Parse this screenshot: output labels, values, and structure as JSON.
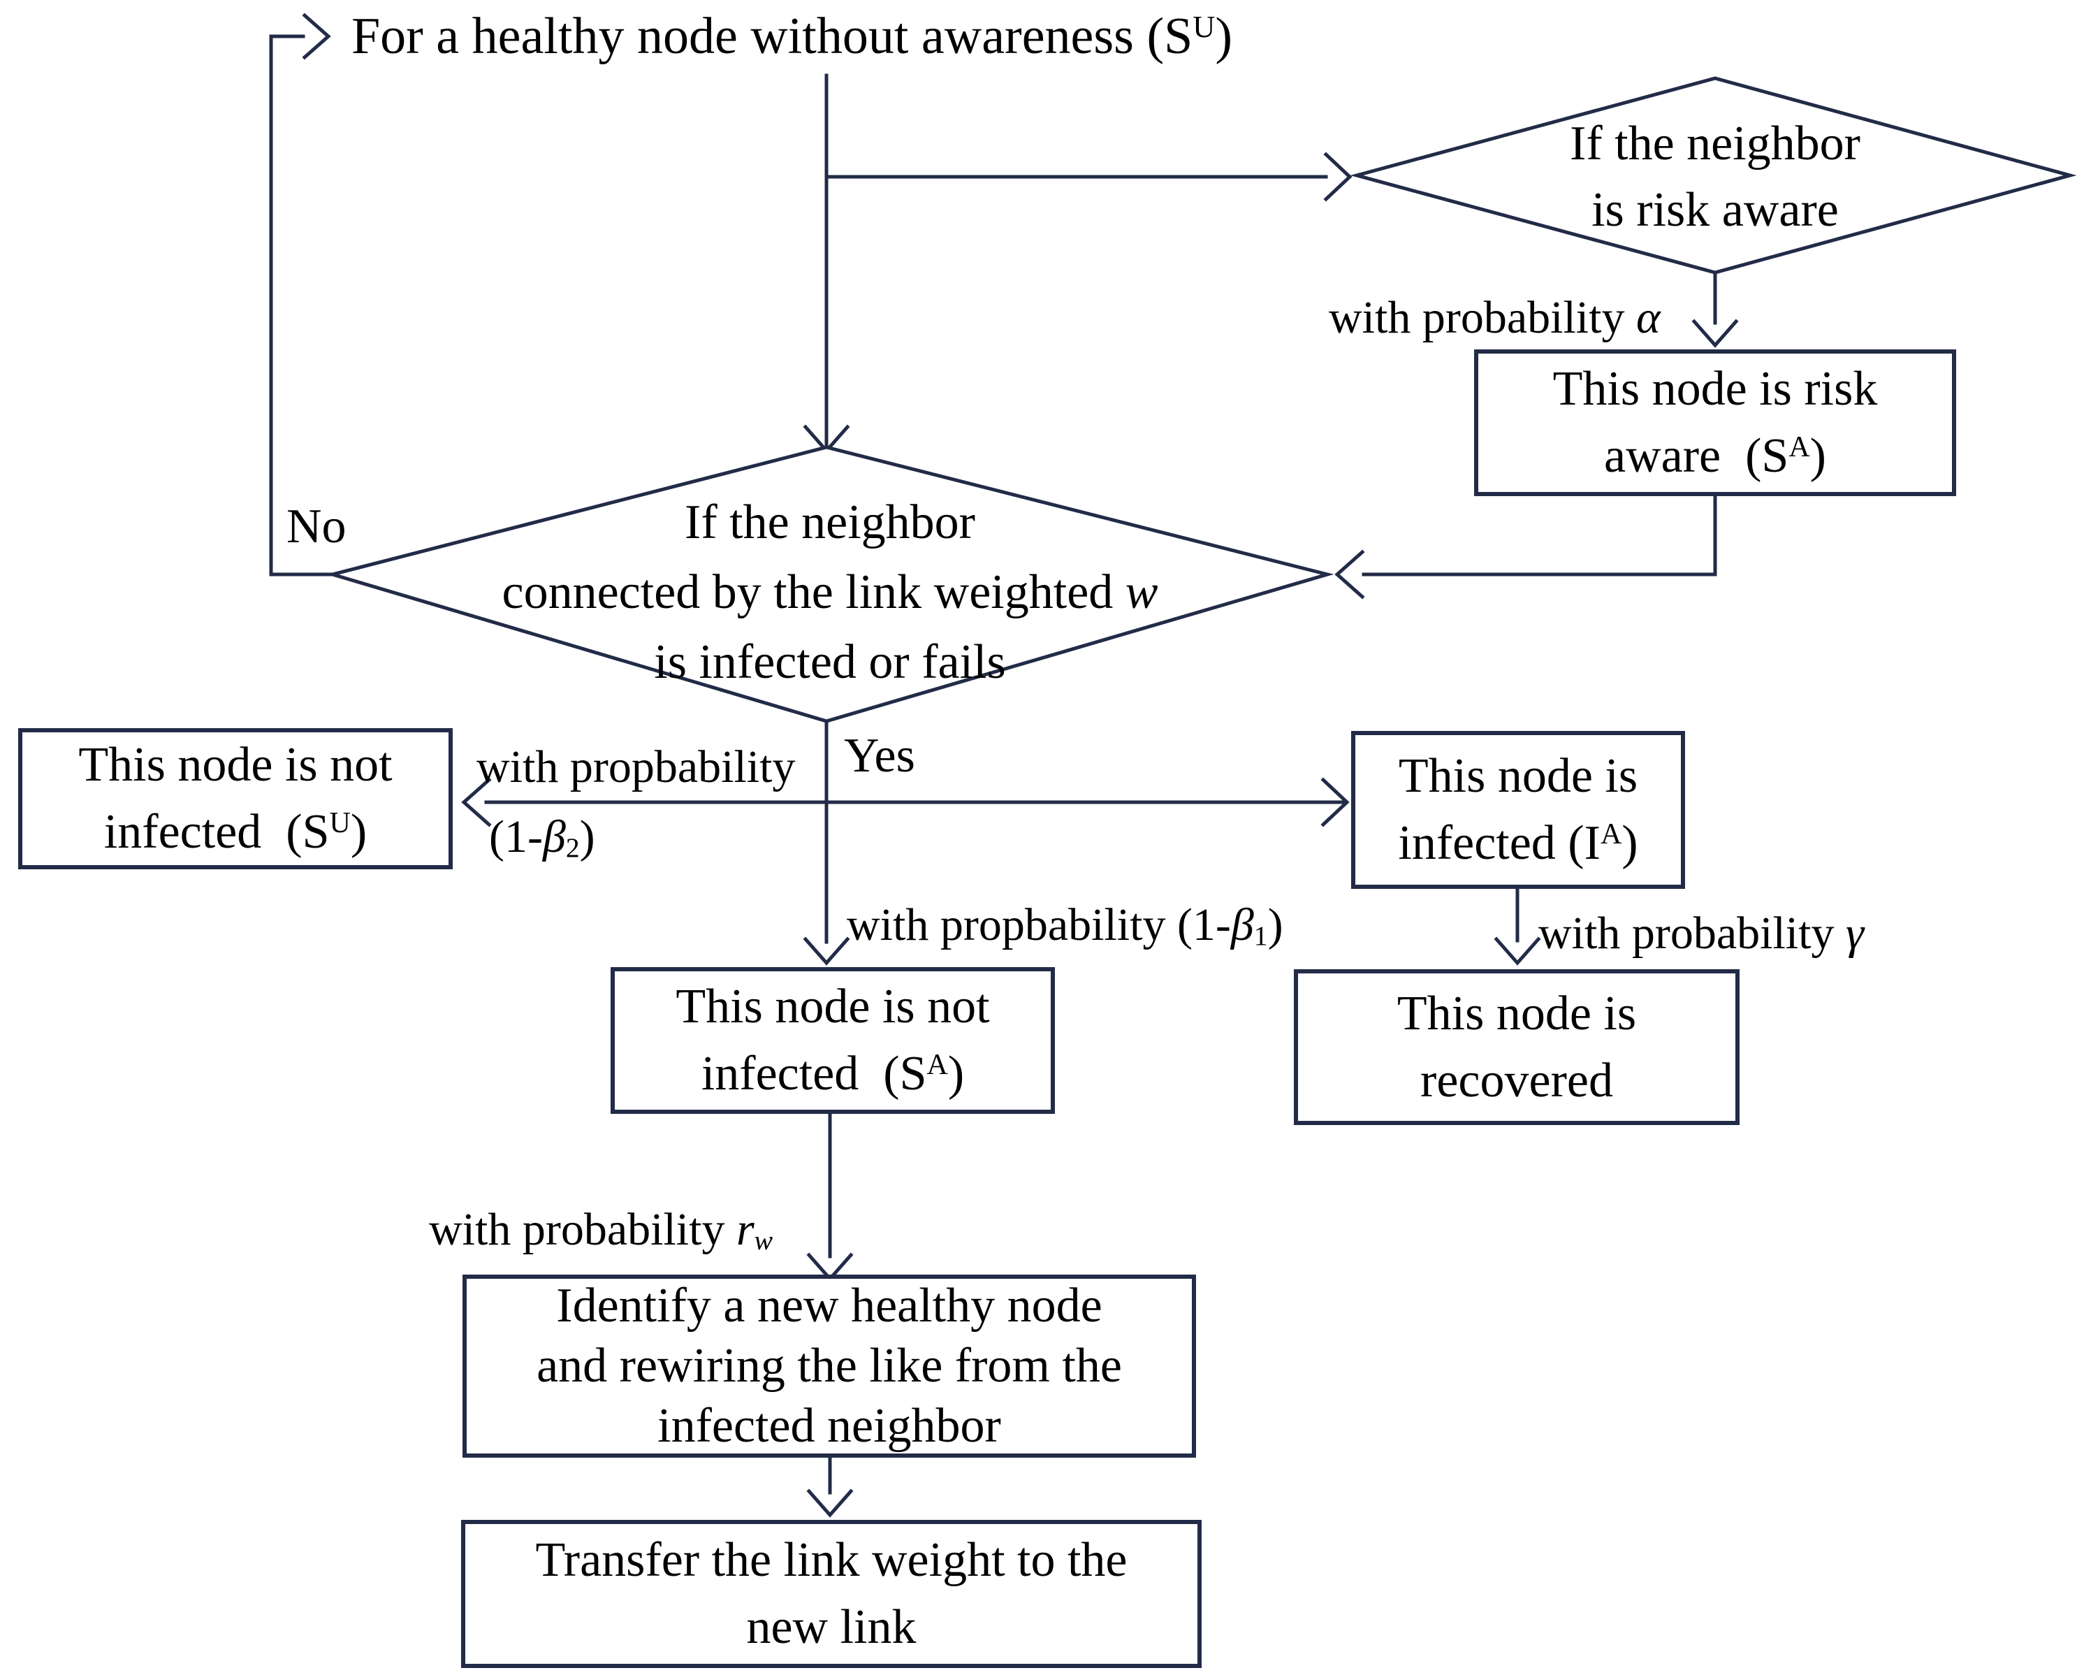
{
  "flowchart": {
    "colors": {
      "stroke": "#222b47",
      "text": "#000000"
    },
    "title": {
      "pre": "For a healthy node without awareness (S",
      "sup": "U",
      "post": ")"
    },
    "decision_risk_aware": {
      "line1": "If the neighbor",
      "line2": "is risk aware"
    },
    "label_alpha": {
      "pre": "with probability ",
      "var": "α"
    },
    "box_risk_aware": {
      "line1": "This node is risk",
      "line2_pre": "aware  (S",
      "line2_sup": "A",
      "line2_post": ")"
    },
    "decision_infected": {
      "line1": "If the neighbor",
      "line2_pre": "connected by the link weighted ",
      "line2_var": "w",
      "line3": "is infected or fails"
    },
    "label_no": "No",
    "label_yes": "Yes",
    "label_beta2": {
      "line1": "with propbability",
      "line2_pre": "(1-",
      "line2_var": "β",
      "line2_sub": "2",
      "line2_post": ")"
    },
    "box_not_infected_su": {
      "line1": "This node is not",
      "line2_pre": "infected  (S",
      "line2_sup": "U",
      "line2_post": ")"
    },
    "box_infected": {
      "line1": "This node is",
      "line2_pre": "infected (I",
      "line2_sup": "A",
      "line2_post": ")"
    },
    "label_beta1": {
      "pre": "with propbability (1-",
      "var": "β",
      "sub": "1",
      "post": ")"
    },
    "label_gamma": {
      "pre": "with probability ",
      "var": "γ"
    },
    "box_not_infected_sa": {
      "line1": "This node is not",
      "line2_pre": "infected  (S",
      "line2_sup": "A",
      "line2_post": ")"
    },
    "box_recovered": {
      "line1": "This node is",
      "line2": "recovered"
    },
    "label_rw": {
      "pre": "with probability ",
      "var": "r",
      "sub": "w"
    },
    "box_identify": {
      "line1": "Identify a new healthy node",
      "line2": "and rewiring the like from the",
      "line3": "infected neighbor"
    },
    "box_transfer": {
      "line1": "Transfer the link weight to the",
      "line2": "new link"
    }
  }
}
